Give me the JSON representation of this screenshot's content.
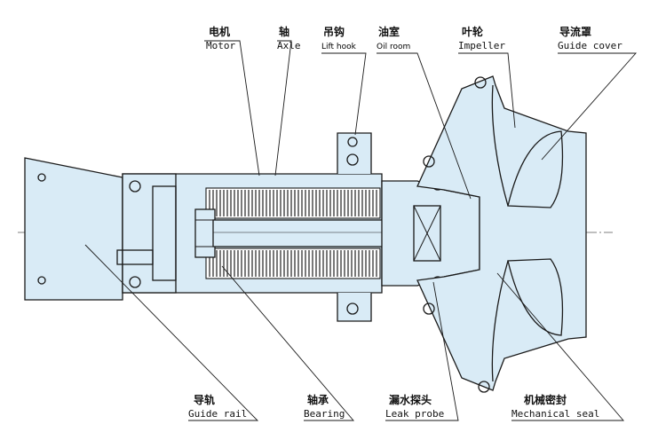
{
  "colors": {
    "body": "#d9ebf6",
    "line": "#1a1a1a",
    "dark": "#333333"
  },
  "labels": {
    "motor": {
      "cn": "电机",
      "en": "Motor"
    },
    "axle": {
      "cn": "轴",
      "en": "Axle"
    },
    "lift_hook": {
      "cn": "吊钩",
      "en": "Lift hook"
    },
    "oil_room": {
      "cn": "油室",
      "en": "Oil room"
    },
    "impeller": {
      "cn": "叶轮",
      "en": "Impeller"
    },
    "guide_cover": {
      "cn": "导流罩",
      "en": "Guide cover"
    },
    "guide_rail": {
      "cn": "导轨",
      "en": "Guide rail"
    },
    "bearing": {
      "cn": "轴承",
      "en": "Bearing"
    },
    "leak_probe": {
      "cn": "漏水探头",
      "en": "Leak probe"
    },
    "mechanical_seal": {
      "cn": "机械密封",
      "en": "Mechanical seal"
    }
  }
}
